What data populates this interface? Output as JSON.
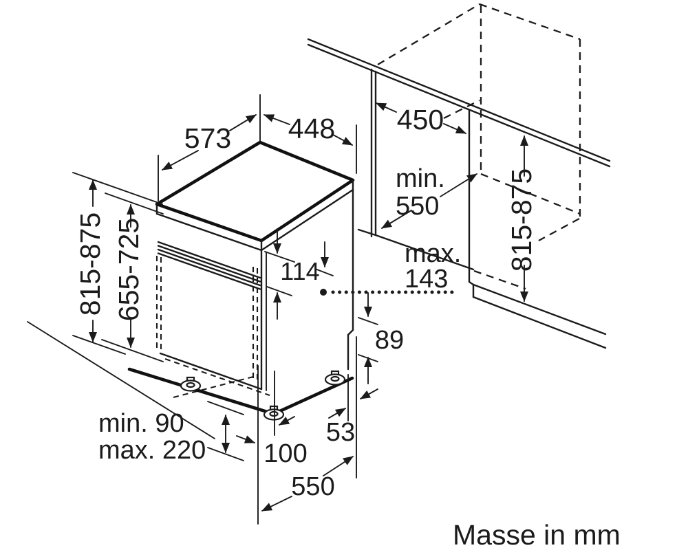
{
  "caption": "Masse in mm",
  "colors": {
    "line": "#1b1b1b",
    "background": "#ffffff"
  },
  "dims": {
    "top_depth": "573",
    "top_width": "448",
    "niche_width": "450",
    "niche_depth_min_line1": "min.",
    "niche_depth_min_line2": "550",
    "height_range_left": "815-875",
    "door_panel_height_range": "655-725",
    "niche_height_range": "815-875",
    "control_panel_height": "114",
    "hose_level_line1": "max.",
    "hose_level_line2": "143",
    "rear_top_offset": "89",
    "base_rear_offset": "53",
    "plinth_recess_depth": "100",
    "base_depth": "550",
    "plinth_height_min": "min. 90",
    "plinth_height_max": "max. 220"
  }
}
